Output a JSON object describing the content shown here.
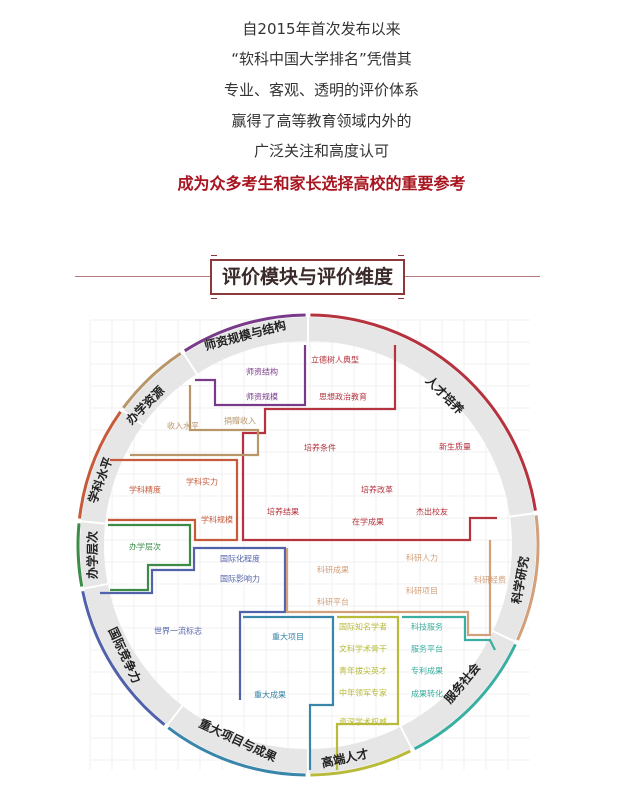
{
  "intro": [
    "自2015年首次发布以来",
    "“软科中国大学排名”凭借其",
    "专业、客观、透明的评价体系",
    "赢得了高等教育领域内外的",
    "广泛关注和高度认可"
  ],
  "highlight": "成为众多考生和家长选择高校的重要参考",
  "section_title": "评价模块与评价维度",
  "colors": {
    "talent": "#b5333e",
    "research": "#d3a07c",
    "service": "#3aaea0",
    "elite": "#b8ba3a",
    "projects": "#3a86aa",
    "intl": "#5262aa",
    "level": "#3c8c48",
    "discipline": "#c65a3a",
    "resources": "#b8966a",
    "faculty": "#7a3a8a"
  },
  "modules": [
    "人才培养",
    "科学研究",
    "服务社会",
    "高端人才",
    "重大项目与成果",
    "国际竞争力",
    "办学层次",
    "学科水平",
    "办学资源",
    "师资规模与结构"
  ],
  "dimensions": [
    "立德树人典型",
    "思想政治教育",
    "师资结构",
    "师资规模",
    "收入水平",
    "捐赠收入",
    "培养条件",
    "新生质量",
    "学科实力",
    "学科精度",
    "学科规模",
    "培养改革",
    "培养结果",
    "在学成果",
    "杰出校友",
    "办学层次",
    "国际化程度",
    "国际影响力",
    "科研人力",
    "科研成果",
    "科研项目",
    "科研经费",
    "科研平台",
    "世界一流标志",
    "重大项目",
    "国际知名学者",
    "科技服务",
    "文科学术骨干",
    "服务平台",
    "青年拔尖英才",
    "专利成果",
    "重大成果",
    "中年领军专家",
    "成果转化",
    "资深学术权威"
  ]
}
